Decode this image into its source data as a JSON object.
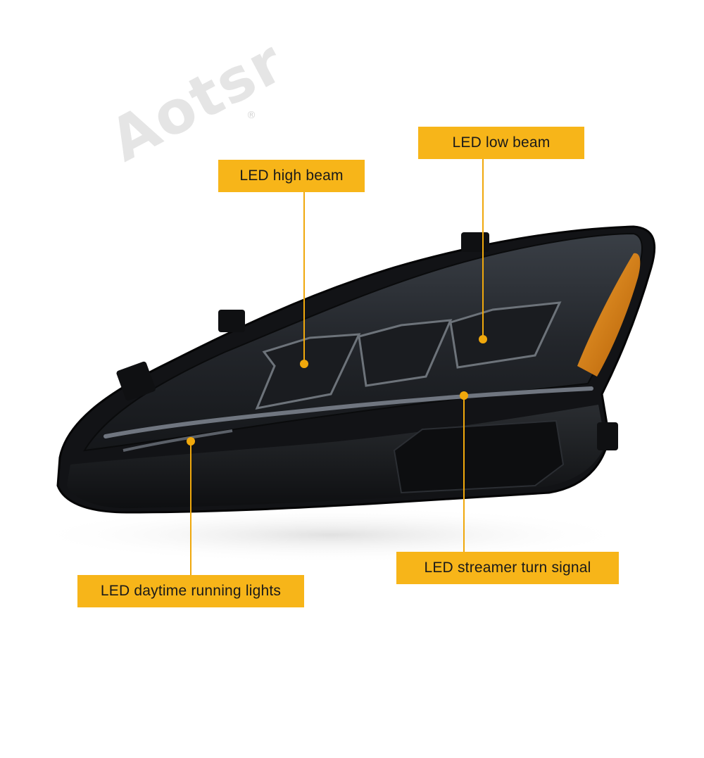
{
  "watermark": {
    "text": "Aotsr",
    "registered": "®"
  },
  "colors": {
    "callout_bg": "#f7b519",
    "leader": "#f0a80c",
    "amber_reflector": "#d47a0a",
    "housing": "#1c1e22"
  },
  "callouts": [
    {
      "key": "high_beam",
      "label": "LED high beam"
    },
    {
      "key": "low_beam",
      "label": "LED low beam"
    },
    {
      "key": "drl",
      "label": "LED daytime running lights"
    },
    {
      "key": "turn_signal",
      "label": "LED streamer turn signal"
    }
  ]
}
